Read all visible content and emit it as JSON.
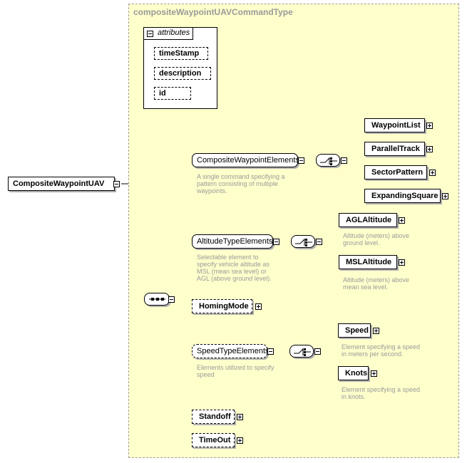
{
  "diagram": {
    "root": {
      "label": "CompositeWaypointUAV"
    },
    "type_name": "compositeWaypointUAVCommandType",
    "attributes": {
      "header": "attributes",
      "items": [
        "timeStamp",
        "description",
        "id"
      ]
    },
    "elements": {
      "composite_waypoint": {
        "label": "CompositeWaypointElements",
        "doc": "A single command specifying a\npattern consisting of multiple\nwaypoints.",
        "children": [
          "WaypointList",
          "ParallelTrack",
          "SectorPattern",
          "ExpandingSquare"
        ]
      },
      "altitude_type": {
        "label": "AltitudeTypeElements",
        "doc": "Selectable element to\nspecify vehicle altitude as\nMSL (mean sea level) or\nAGL (above ground level).",
        "children": [
          {
            "label": "AGLAltitude",
            "doc": "Altitude (meters) above\nground level."
          },
          {
            "label": "MSLAltitude",
            "doc": "Altitude (meters) above\nmean sea level."
          }
        ]
      },
      "homing_mode": {
        "label": "HomingMode"
      },
      "speed_type": {
        "label": "SpeedTypeElements",
        "doc": "Elements utilized to specify\nspeed",
        "children": [
          {
            "label": "Speed",
            "doc": "Element specifying a speed\nin meters per second."
          },
          {
            "label": "Knots",
            "doc": "Element specifying a speed\nin knots."
          }
        ]
      },
      "standoff": {
        "label": "Standoff"
      },
      "timeout": {
        "label": "TimeOut"
      }
    }
  }
}
